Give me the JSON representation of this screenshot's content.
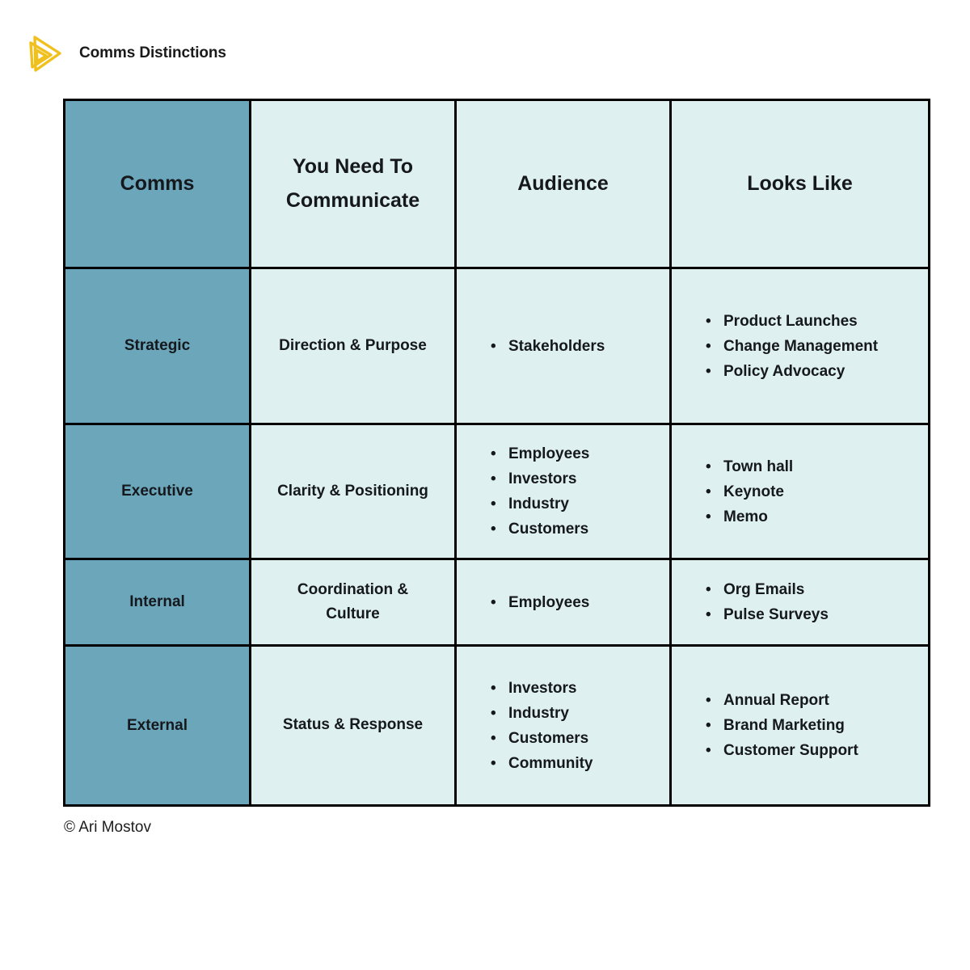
{
  "brand": {
    "logo_icon": "play-triangles-icon",
    "title": "Comms Distinctions"
  },
  "colors": {
    "blue": "#6BA6BB",
    "light": "#DFF0F1",
    "border": "#000000",
    "yellow": "#F0C11E",
    "text": "#15181C"
  },
  "table": {
    "columns": [
      "Comms",
      "You Need To Communicate",
      "Audience",
      "Looks Like"
    ],
    "rows": [
      {
        "label": "Strategic",
        "communicate": "Direction & Purpose",
        "audience": [
          "Stakeholders"
        ],
        "looks_like": [
          "Product Launches",
          "Change Management",
          "Policy Advocacy"
        ]
      },
      {
        "label": "Executive",
        "communicate": "Clarity & Positioning",
        "audience": [
          "Employees",
          "Investors",
          "Industry",
          "Customers"
        ],
        "looks_like": [
          "Town hall",
          "Keynote",
          "Memo"
        ]
      },
      {
        "label": "Internal",
        "communicate": "Coordination & Culture",
        "audience": [
          "Employees"
        ],
        "looks_like": [
          "Org Emails",
          "Pulse Surveys"
        ]
      },
      {
        "label": "External",
        "communicate": "Status & Response",
        "audience": [
          "Investors",
          "Industry",
          "Customers",
          "Community"
        ],
        "looks_like": [
          "Annual Report",
          "Brand Marketing",
          "Customer Support"
        ]
      }
    ]
  },
  "footer": {
    "copyright": "© Ari Mostov"
  }
}
